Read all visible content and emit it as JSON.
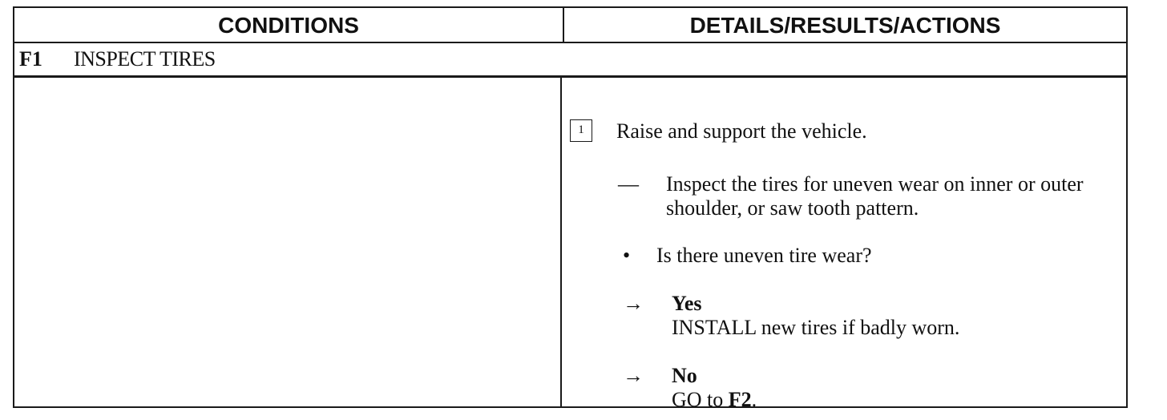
{
  "table": {
    "header_left": "CONDITIONS",
    "header_right": "DETAILS/RESULTS/ACTIONS",
    "section_code": "F1",
    "section_title": "INSPECT TIRES"
  },
  "procedure": {
    "step_number": "1",
    "step_text": "Raise and support the vehicle.",
    "dash_symbol": "—",
    "inspect_text": "Inspect the tires for uneven wear on inner or outer shoulder, or saw tooth pattern.",
    "bullet_symbol": "•",
    "question": "Is there uneven tire wear?",
    "arrow_symbol": "→",
    "answers": [
      {
        "label": "Yes",
        "action": "INSTALL new tires if badly worn."
      },
      {
        "label": "No",
        "action_prefix": "GO to ",
        "action_ref": "F2",
        "action_suffix": "."
      }
    ]
  }
}
